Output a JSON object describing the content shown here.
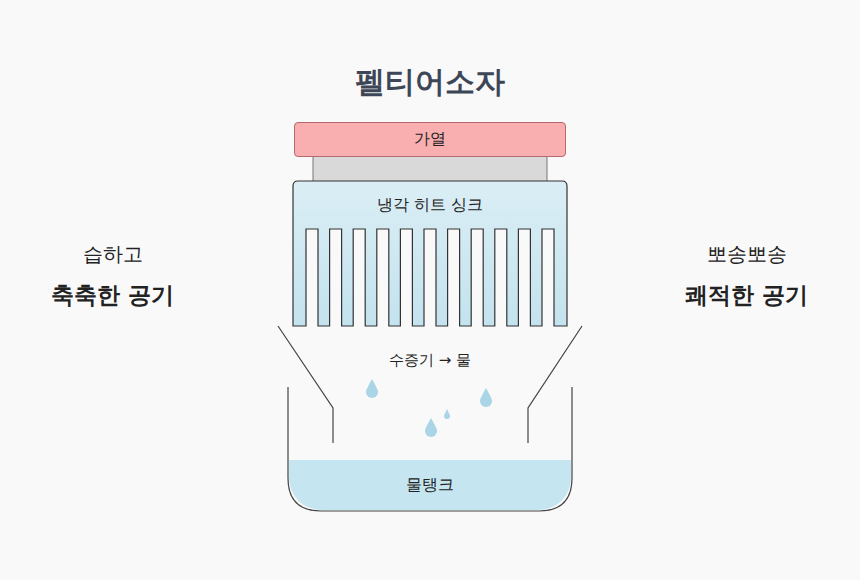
{
  "diagram": {
    "title": "펠티어소자",
    "nodes": [
      {
        "text": [
          "가열"
        ]
      },
      {
        "text": [
          "냉각 히트 싱크"
        ]
      },
      {
        "text": [
          "물탱크"
        ]
      }
    ],
    "labels": [
      "수증기 → 물",
      "습하고",
      "축축한 공기",
      "뽀송뽀송",
      "쾌적한 공기"
    ]
  }
}
